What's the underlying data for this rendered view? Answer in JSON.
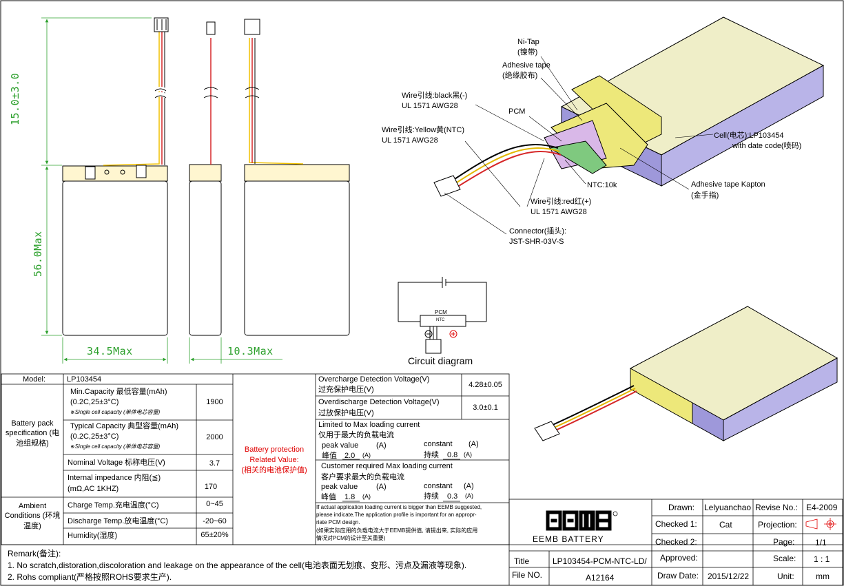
{
  "dimensions": {
    "wire_length": "15.0±3.0",
    "height": "56.0Max",
    "width": "34.5Max",
    "thickness": "10.3Max"
  },
  "callouts": {
    "ni_tap": "Ni-Tap",
    "ni_tap_cn": "(镍带)",
    "adhesive_tape": "Adhesive tape",
    "adhesive_tape_cn": "(绝缘胶布)",
    "wire_black": "Wire引线:black黑(-)",
    "wire_black_spec": "UL 1571 AWG28",
    "pcm": "PCM",
    "wire_yellow": "Wire引线:Yellow黄(NTC)",
    "wire_yellow_spec": "UL 1571 AWG28",
    "cell": "Cell(电芯):LP103454",
    "cell_date": "with date code(喷码)",
    "ntc": "NTC:10k",
    "kapton": "Adhesive tape Kapton",
    "kapton_cn": "(金手指)",
    "wire_red": "Wire引线:red红(+)",
    "wire_red_spec": "UL 1571 AWG28",
    "connector": "Connector(插头):",
    "connector_spec": "JST-SHR-03V-S"
  },
  "circuit": {
    "pcm_label": "PCM",
    "ntc_label": "NTC",
    "title": "Circuit diagram"
  },
  "spec": {
    "model_label": "Model:",
    "model_value": "LP103454",
    "group_pack": "Battery pack specification (电池组规格)",
    "min_cap_1": "Min.Capacity 最低容量(mAh)",
    "min_cap_2": "(0.2C,25±3°C)",
    "min_cap_note": "※Single cell capacity (单体电芯容量)",
    "min_cap_value": "1900",
    "typ_cap_1": "Typical Capacity 典型容量(mAh)",
    "typ_cap_2": "(0.2C,25±3°C)",
    "typ_cap_note": "※Single cell capacity (单体电芯容量)",
    "typ_cap_value": "2000",
    "nom_v": "Nominal Voltage  标称电压(V)",
    "nom_v_value": "3.7",
    "imp_1": "Internal impedance 内阻(≦)",
    "imp_2": "(mΩ,AC 1KHZ)",
    "imp_value": "170",
    "group_amb": "Ambient Conditions (环境温度)",
    "charge": "Charge Temp.充电温度(°C)",
    "charge_value": "0~45",
    "discharge": "Discharge Temp.放电温度(°C)",
    "discharge_value": "-20~60",
    "humidity": "Humidity(湿度)",
    "humidity_value": "65±20%",
    "protection_1": "Battery protection",
    "protection_2": "Related Value:",
    "protection_3": "(相关的电池保护值)",
    "oc_1": "Overcharge Detection Voltage(V)",
    "oc_2": "过充保护电压(V)",
    "oc_value": "4.28±0.05",
    "od_1": "Overdischarge Detection Voltage(V)",
    "od_2": "过放保护电压(V)",
    "od_value": "3.0±0.1",
    "lim_1": "Limited to Max loading current",
    "lim_2": "仅用于最大的负载电流",
    "lim_peak": "peak value",
    "lim_peak_unit": "(A)",
    "lim_const": "constant",
    "lim_const_unit": "(A)",
    "lim_peak_cn": "峰值",
    "lim_peak_val": "2.0",
    "lim_const_cn": "持续",
    "lim_const_val": "0.8",
    "cust_1": "Customer required Max loading  current",
    "cust_2": "客户要求最大的负载电流",
    "cust_peak": "peak value",
    "cust_peak_unit": "(A)",
    "cust_const": "constant",
    "cust_const_unit": "(A)",
    "cust_peak_cn": "峰值",
    "cust_peak_val": "1.8",
    "cust_const_cn": "持续",
    "cust_const_val": "0.3",
    "unit_a": "(A)",
    "note_1": "If actual application loading current is bigger than EEMB suggested,",
    "note_2": "please indicate.The application profile is important for an appropr-",
    "note_3": "riate PCM design.",
    "note_4": "(如果实际应用的负载电流大于EEMB提供值, 请提出来, 实际的应用",
    "note_5": "情况对PCM的设计至关重要)"
  },
  "remark": {
    "title": "Remark(备注):",
    "line1": "1. No scratch,distoration,discoloration and   leakage on the appearance of the cell(电池表面无划痕、变形、污点及漏液等现象).",
    "line2": "2. Rohs compliant(严格按照ROHS要求生产)."
  },
  "title_block": {
    "logo_sub": "EEMB BATTERY",
    "drawn_label": "Drawn:",
    "drawn_value": "Lelyuanchao",
    "revise_label": "Revise No.:",
    "revise_value": "E4-2009",
    "checked1_label": "Checked 1:",
    "checked1_value": "Cat",
    "projection_label": "Projection:",
    "checked2_label": "Checked 2:",
    "page_label": "Page:",
    "page_value": "1/1",
    "approved_label": "Approved:",
    "scale_label": "Scale:",
    "scale_value": "1 : 1",
    "title_label": "Title",
    "title_value": "LP103454-PCM-NTC-LD/",
    "file_label": "File NO.",
    "file_value": "A12164",
    "date_label": "Draw Date:",
    "date_value": "2015/12/22",
    "unit_label": "Unit:",
    "unit_value": "mm"
  },
  "colors": {
    "dimension": "#2ca02c",
    "cell_body": "#b9b4e8",
    "cell_top": "#efeec8",
    "yellow_tape": "#ede87a",
    "pcm_green": "#7fc97f",
    "warning_red": "#e00000"
  }
}
